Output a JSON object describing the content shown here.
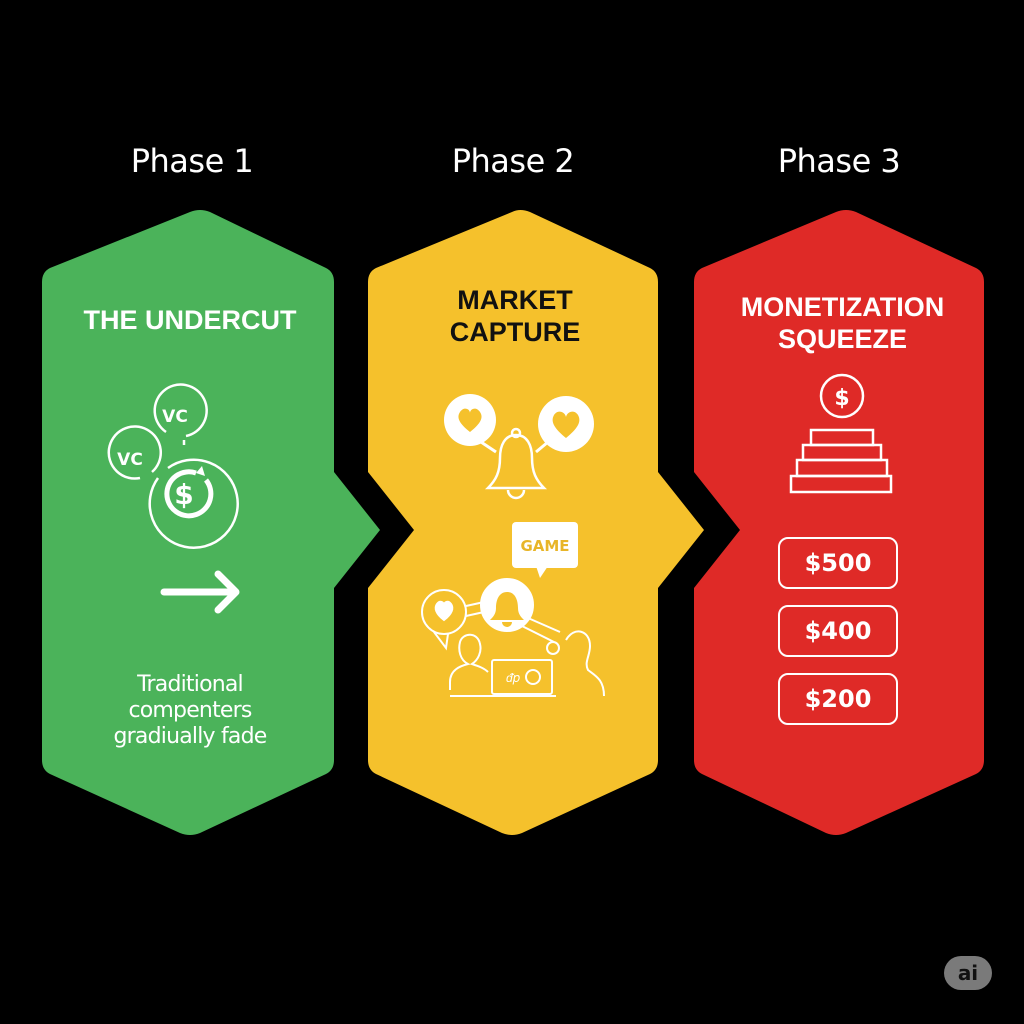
{
  "phases": [
    {
      "label": "Phase 1",
      "title": "THE UNDERCUT",
      "color": "#4bb35a",
      "icons": [
        "vc-bubble-icon",
        "vc-bubble-icon",
        "dollar-cycle-icon",
        "arrow-right-icon"
      ],
      "vc_labels": [
        "VC",
        "VC"
      ],
      "description": "Traditional compenters gradiually fade",
      "description_lines": [
        "Traditional",
        "compenters",
        "gradiually fade"
      ]
    },
    {
      "label": "Phase 2",
      "title": "MARKET CAPTURE",
      "title_lines": [
        "MARKET",
        "CAPTURE"
      ],
      "color": "#f5c12c",
      "icons": [
        "heart-bubble-icon",
        "bell-icon",
        "heart-bubble-icon",
        "community-network-icon"
      ],
      "game_label": "GAME"
    },
    {
      "label": "Phase 3",
      "title": "MONETIZATION SQUEEZE",
      "title_lines": [
        "MONETIZATION",
        "SQUEEZE"
      ],
      "color": "#df2a27",
      "icons": [
        "dollar-circle-icon",
        "stairs-icon"
      ],
      "prices": [
        "$500",
        "$400",
        "$200"
      ]
    }
  ],
  "badge": "ai",
  "background": "#000000"
}
